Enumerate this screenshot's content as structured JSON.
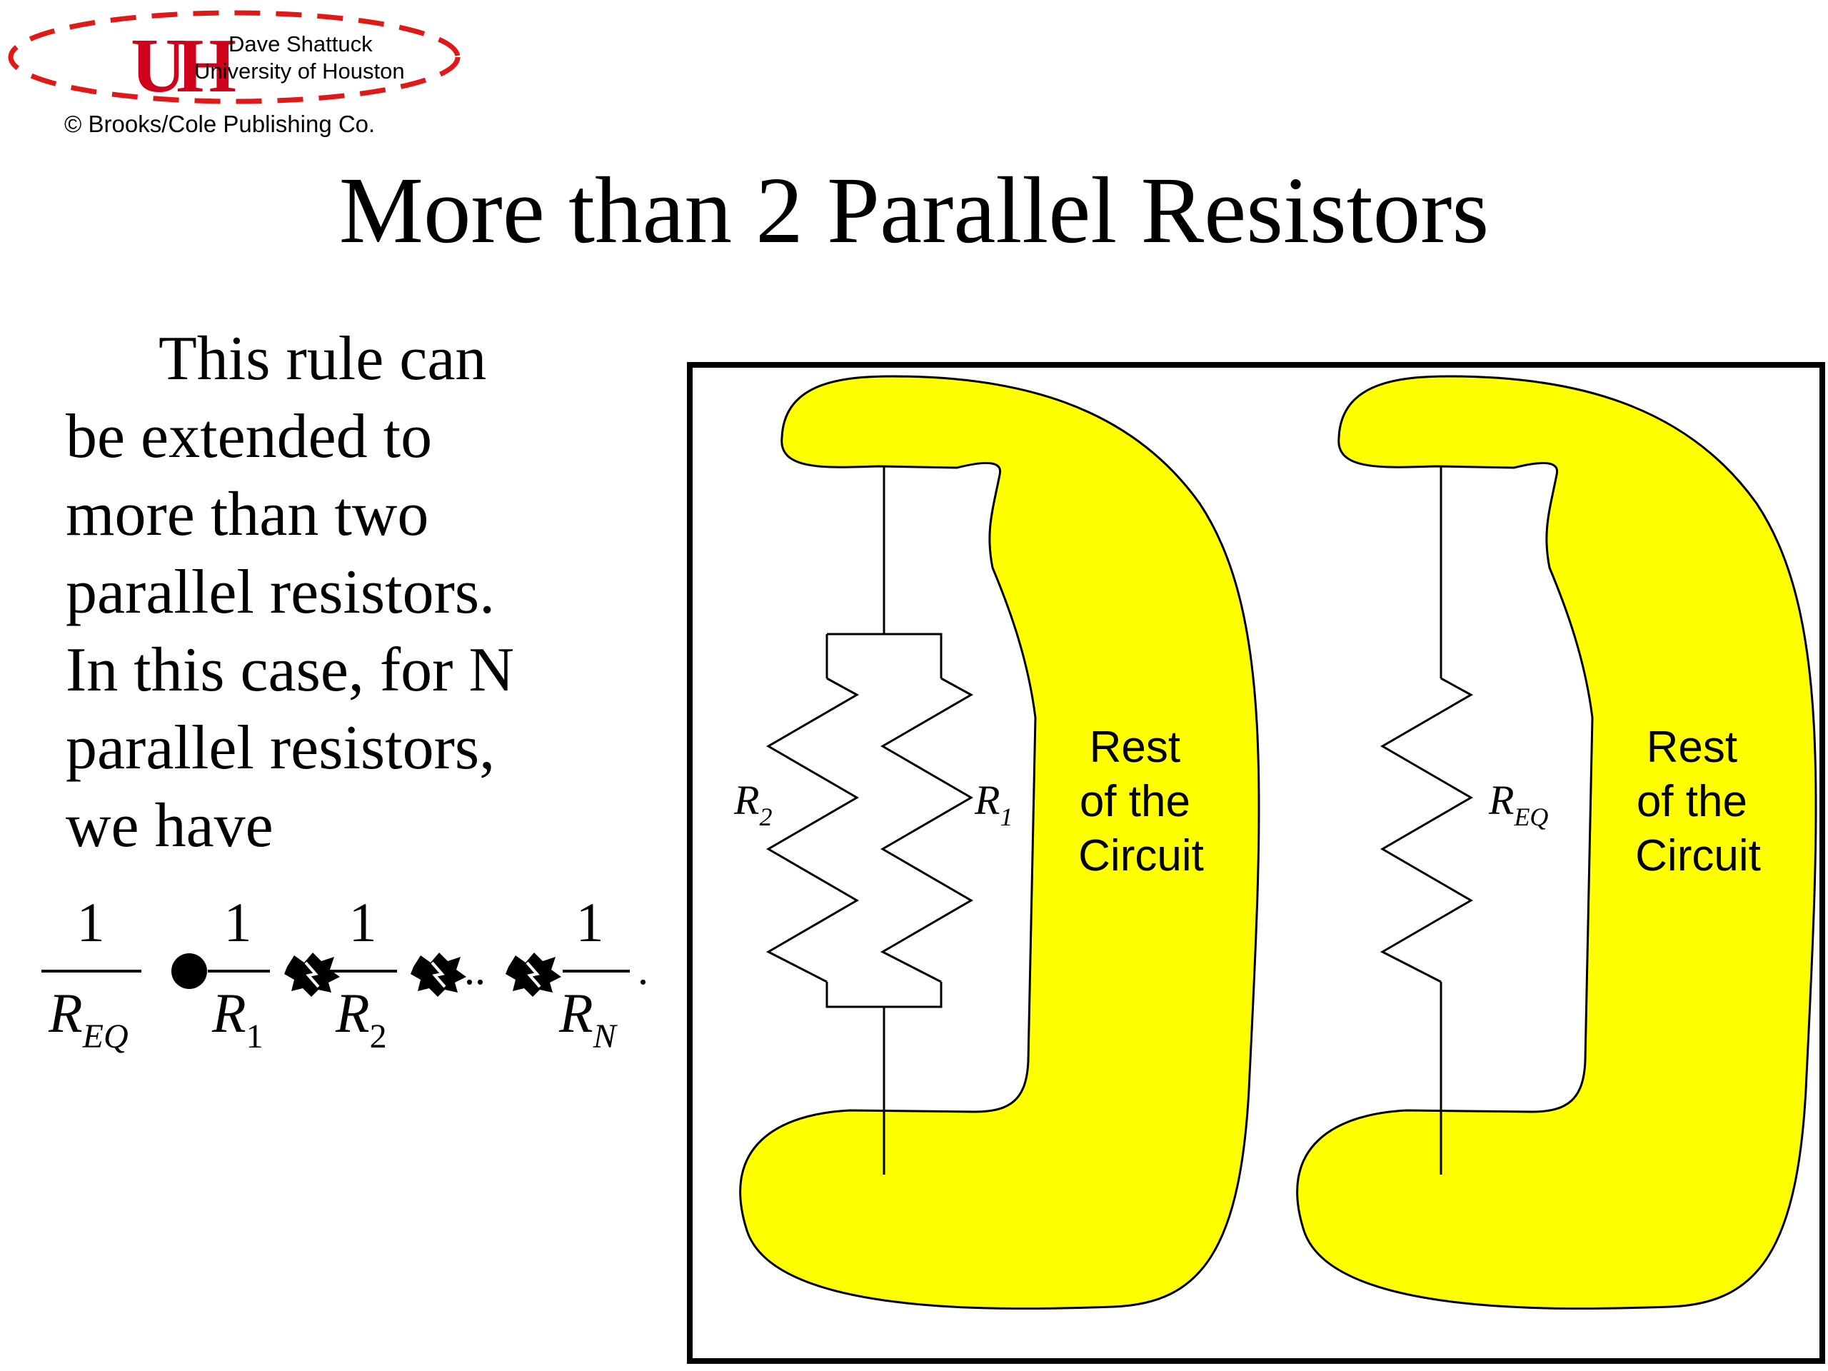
{
  "header": {
    "logo_letters": "UH",
    "author": "Dave Shattuck",
    "university": "University of Houston",
    "copyright": "© Brooks/Cole Publishing Co."
  },
  "slide": {
    "title": "More than 2 Parallel Resistors",
    "body_lines": [
      "This rule can",
      "be extended to",
      "more than two",
      "parallel resistors.",
      "In this case, for N",
      "parallel resistors,",
      "we have"
    ]
  },
  "formula": {
    "numerators": [
      "1",
      "1",
      "1",
      "1"
    ],
    "denominators": [
      {
        "main": "R",
        "sub": "EQ"
      },
      {
        "main": "R",
        "sub": "1"
      },
      {
        "main": "R",
        "sub": "2"
      },
      {
        "main": "R",
        "sub": "N"
      }
    ],
    "ellipsis": "..",
    "period": "."
  },
  "diagram": {
    "left": {
      "label_r1": {
        "main": "R",
        "sub": "1"
      },
      "label_r2": {
        "main": "R",
        "sub": "2"
      }
    },
    "right": {
      "label_req": {
        "main": "R",
        "sub": "EQ"
      }
    },
    "blob_text": [
      "Rest",
      "of the",
      "Circuit"
    ],
    "colors": {
      "blob_fill": "#ffff00",
      "logo_red": "#d0021b",
      "frame": "#000000"
    }
  }
}
